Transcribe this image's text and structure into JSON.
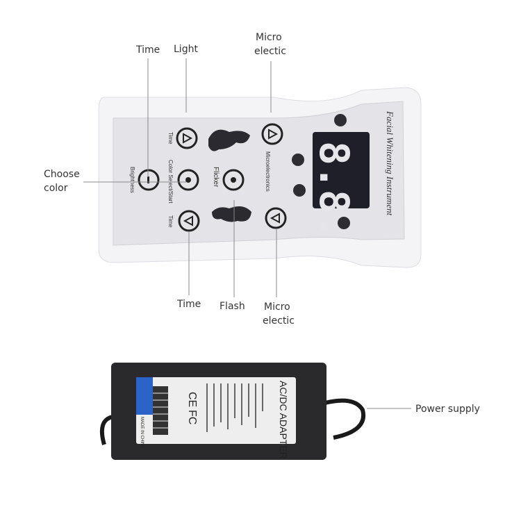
{
  "callouts": {
    "time_top": "Time",
    "light": "Light",
    "micro_top_1": "Micro",
    "micro_top_2": "electic",
    "choose_1": "Choose",
    "choose_2": "color",
    "time_bottom": "Time",
    "flash": "Flash",
    "micro_bottom_1": "Micro",
    "micro_bottom_2": "electic",
    "power_supply": "Power supply"
  },
  "device": {
    "labels": {
      "time_up": "Time",
      "color_select": "Color Select/Start",
      "brightness": "Brightness",
      "flicker": "Flicker",
      "microelectronics": "Microelectronics",
      "time_down": "Time"
    },
    "brand_script": "Facial Whitening Instrument",
    "display": "8.8.",
    "body_color": "#f4f4f6",
    "panel_color": "#e4e4e8",
    "display_color": "#1f1f2a"
  },
  "adapter": {
    "title": "AC/DC ADAPTER",
    "made_in": "MADE IN CHINA",
    "ce_mark": "CE",
    "fc_mark": "FC",
    "body_color": "#2a2a2c",
    "accent": "#2b63c8"
  }
}
